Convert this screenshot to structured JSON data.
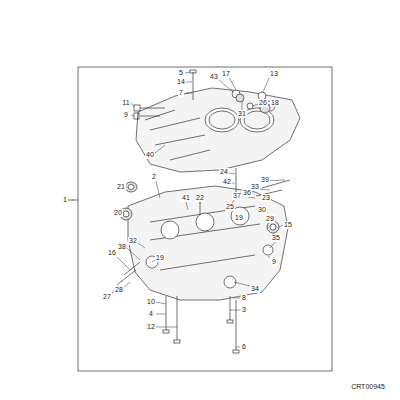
{
  "diagram": {
    "labels": [
      "5",
      "14",
      "7",
      "43",
      "17",
      "13",
      "11",
      "9",
      "26",
      "18",
      "31",
      "40",
      "2",
      "24",
      "42",
      "39",
      "21",
      "41",
      "22",
      "33",
      "37",
      "36",
      "23",
      "20",
      "25",
      "19",
      "30",
      "29",
      "15",
      "1",
      "32",
      "38",
      "16",
      "35",
      "9",
      "19",
      "28",
      "27",
      "34",
      "10",
      "4",
      "12",
      "8",
      "3",
      "6",
      "CRT00945"
    ]
  }
}
